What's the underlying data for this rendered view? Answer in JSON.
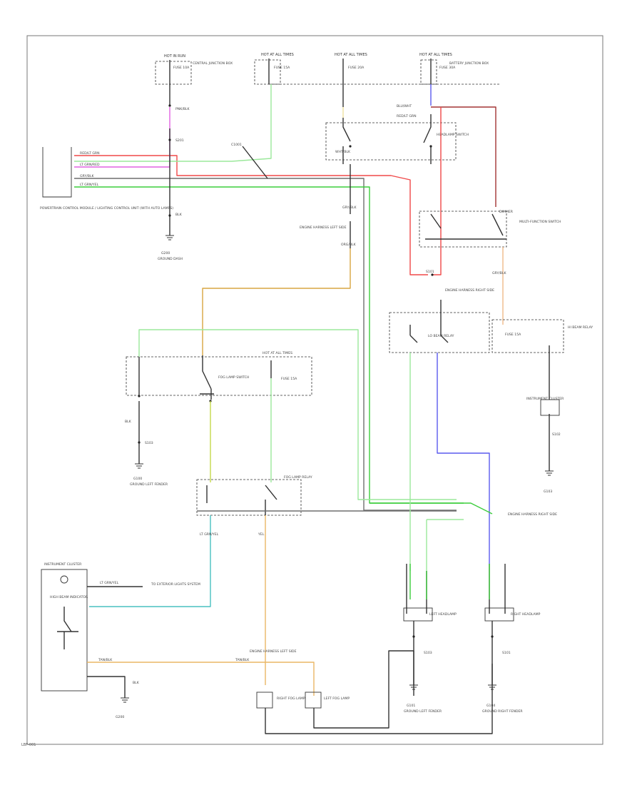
{
  "page": {
    "figure_code": "LBF-001"
  },
  "colors": {
    "red": "#f04848",
    "green": "#3ccd3c",
    "light_green": "#9be89b",
    "pink": "#e060e0",
    "tan": "#d9a640",
    "yellow_green": "#c4d84a",
    "blue": "#5a5aee",
    "teal": "#48c0c0",
    "orange_tan": "#eab765",
    "light_orange": "#f0b888",
    "gray": "#6f6f6f",
    "brown_red": "#a33333",
    "black": "#333333"
  },
  "labels": {
    "hot_run_left": "HOT IN RUN",
    "hot_at_all_1": "HOT AT ALL TIMES",
    "hot_at_all_2": "HOT AT ALL TIMES",
    "hot_at_all_3": "HOT AT ALL TIMES",
    "fuse_10a": "FUSE 10A",
    "fuse_15a": "FUSE 15A",
    "fuse_20a": "FUSE 20A",
    "fuse_30a": "FUSE 30A",
    "central_junction": "CENTRAL JUNCTION BOX",
    "battery_junction": "BATTERY JUNCTION BOX",
    "headlamp_switch": "HEADLAMP SWITCH",
    "multifunction_switch": "MULTI-FUNCTION SWITCH",
    "fog_lamp_switch": "FOG LAMP SWITCH",
    "fog_lamp_relay": "FOG LAMP RELAY",
    "hi_beam_relay": "HI BEAM RELAY",
    "lo_beam_relay": "LO BEAM RELAY",
    "dimmer": "DIMMER",
    "engine_harness_left": "ENGINE HARNESS LEFT SIDE",
    "engine_harness_right": "ENGINE HARNESS RIGHT SIDE",
    "left_headlamp": "LEFT HEADLAMP",
    "right_headlamp": "RIGHT HEADLAMP",
    "left_fog_lamp": "LEFT FOG LAMP",
    "right_fog_lamp": "RIGHT FOG LAMP",
    "g100": "G100",
    "g101": "G101",
    "g103": "G103",
    "g104": "G104",
    "g200": "G200",
    "ground_left": "GROUND LEFT FENDER",
    "ground_right": "GROUND RIGHT FENDER",
    "ground_dash": "GROUND DASH",
    "instrument_cluster": "INSTRUMENT CLUSTER",
    "high_beam_ind": "HIGH BEAM INDICATOR",
    "to_lighting": "TO EXTERIOR LIGHTS SYSTEM",
    "ecm_note": "POWERTRAIN CONTROL MODULE / LIGHTING CONTROL UNIT (WITH AUTO LAMPS)",
    "s101": "S101",
    "s102": "S102",
    "s103": "S103",
    "s201": "S201",
    "c1001": "C1001",
    "w_red": "RED/LT GRN",
    "w_gry": "GRY/BLK",
    "w_ltgrn": "LT GRN/RED",
    "w_wht": "WHT/BLK",
    "w_blk": "BLK",
    "w_pnk": "PNK/BLK",
    "w_tan": "TAN/BLK",
    "w_yel": "YEL",
    "w_blu": "BLU/WHT",
    "w_org": "ORG/BLK",
    "w_lgy": "LT GRN/YEL"
  }
}
